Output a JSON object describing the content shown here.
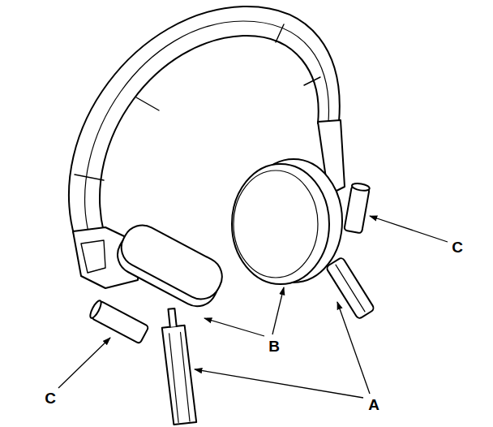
{
  "diagram": {
    "labels": [
      "C",
      "B",
      "C",
      "A"
    ]
  }
}
